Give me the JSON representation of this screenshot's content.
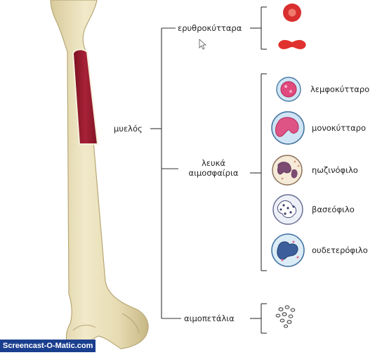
{
  "labels": {
    "marrow": "μυελός",
    "red_cells": "ερυθροκύτταρα",
    "white_cells_line1": "λευκά",
    "white_cells_line2": "αιμοσφαίρια",
    "platelets": "αιμοπετάλια"
  },
  "white_cell_types": [
    {
      "name": "λεμφοκύτταρο",
      "icon": "lymphocyte-icon"
    },
    {
      "name": "μονοκύτταρο",
      "icon": "monocyte-icon"
    },
    {
      "name": "ηωζινόφιλο",
      "icon": "eosinophil-icon"
    },
    {
      "name": "βασεόφιλο",
      "icon": "basophil-icon"
    },
    {
      "name": "ουδετερόφιλο",
      "icon": "neutrophil-icon"
    }
  ],
  "watermark": "Screencast-O-Matic.com",
  "colors": {
    "bone": "#e9dfb8",
    "bone_shadow": "#c9b98a",
    "marrow": "#9b1b2e",
    "red_cell": "#d92f2f",
    "line": "#333333"
  }
}
